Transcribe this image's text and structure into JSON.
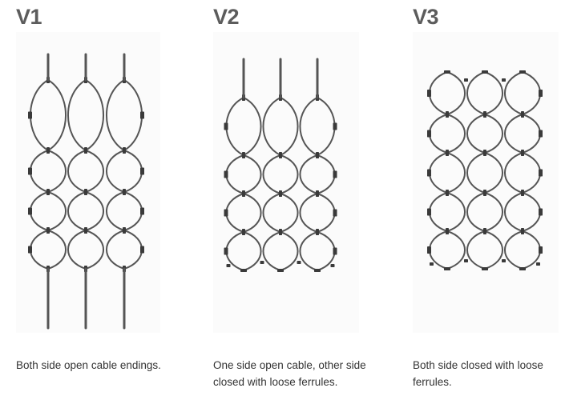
{
  "colors": {
    "cable": "#555555",
    "ferrule": "#3a3a3a",
    "title": "#5c5c5c",
    "caption": "#333333"
  },
  "variants": [
    {
      "title": "V1",
      "caption": "Both side open cable endings.",
      "top_ending": "open",
      "bottom_ending": "open"
    },
    {
      "title": "V2",
      "caption": "One side open cable, other side closed with loose ferrules.",
      "top_ending": "open",
      "bottom_ending": "closed"
    },
    {
      "title": "V3",
      "caption": "Both side closed with loose ferrules.",
      "top_ending": "closed",
      "bottom_ending": "closed"
    }
  ]
}
